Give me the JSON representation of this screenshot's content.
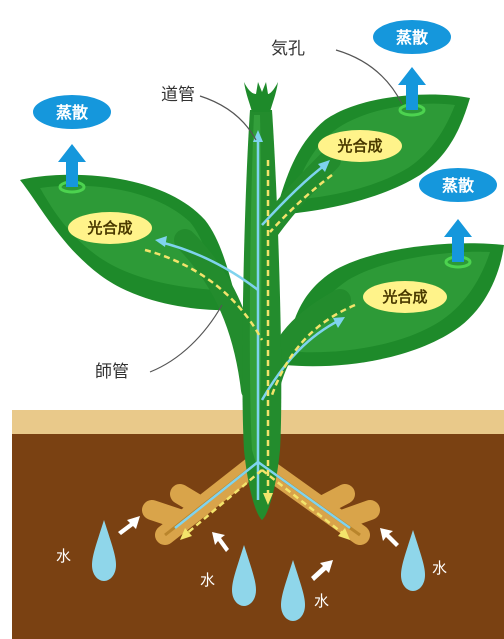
{
  "labels": {
    "stomata": "気孔",
    "xylem": "道管",
    "phloem": "師管",
    "transpiration": "蒸散",
    "photosynthesis": "光合成",
    "water": "水"
  },
  "colors": {
    "leaf_dark": "#1e8a2a",
    "leaf_light": "#3aa741",
    "stem": "#238c2d",
    "soil": "#7a4112",
    "soil_surface": "#e9c98a",
    "root": "#d9a44a",
    "xylem_flow": "#7fd3ee",
    "phloem_flow": "#f3e46b",
    "bubble": "#1597dc",
    "photosynthesis_badge": "#fff38a",
    "water_drop": "#8fd6ea"
  }
}
